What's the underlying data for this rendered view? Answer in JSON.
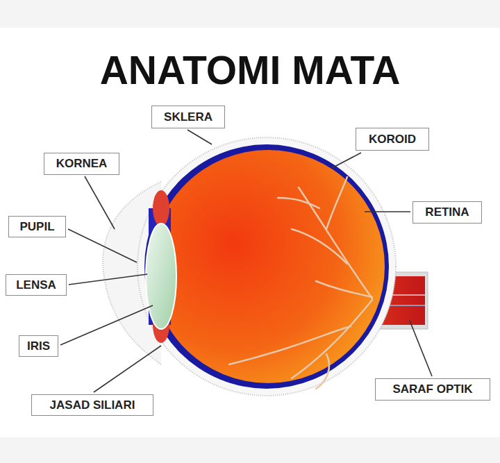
{
  "diagram": {
    "title": "ANATOMI MATA",
    "nodes": [
      {
        "text": [
          "SKLERA"
        ]
      },
      {
        "text": [
          "KOROID"
        ]
      },
      {
        "text": [
          "KORNEA"
        ]
      },
      {
        "text": [
          "RETINA"
        ]
      },
      {
        "text": [
          "PUPIL"
        ]
      },
      {
        "text": [
          "LENSA"
        ]
      },
      {
        "text": [
          "IRIS"
        ]
      },
      {
        "text": [
          "SARAF OPTIK"
        ]
      },
      {
        "text": [
          "JASAD SILIARI"
        ]
      }
    ]
  }
}
